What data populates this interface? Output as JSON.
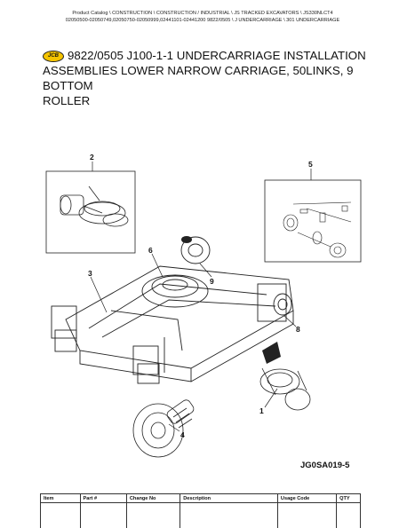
{
  "breadcrumb": {
    "line1": "Product Catalog  \\  CONSTRUCTION  \\  CONSTRUCTION / INDUSTRIAL  \\  JS TRACKED EXCAVATORS  \\  JS330NLCT4",
    "line2": "02050500-02050749,02050750-02050999,02441101-02441200 9822/0505  \\  J UNDERCARRIAGE  \\  301 UNDERCARRIAGE"
  },
  "logo": {
    "text": "JCB"
  },
  "title": {
    "line1": "9822/0505 J100-1-1 UNDERCARRIAGE INSTALLATION",
    "line2": "ASSEMBLIES LOWER NARROW CARRIAGE, 50LINKS, 9 BOTTOM",
    "line3": "ROLLER"
  },
  "callouts": {
    "c1": "1",
    "c2": "2",
    "c3": "3",
    "c4": "4",
    "c5": "5",
    "c6": "6",
    "c8": "8",
    "c9": "9"
  },
  "drawing_code": "JG0SA019-5",
  "table": {
    "headers": {
      "item": "Item",
      "part": "Part #",
      "change": "Change No",
      "description": "Description",
      "usage": "Usage Code",
      "qty": "QTY"
    }
  },
  "colors": {
    "logo_yellow": "#f5c400"
  }
}
